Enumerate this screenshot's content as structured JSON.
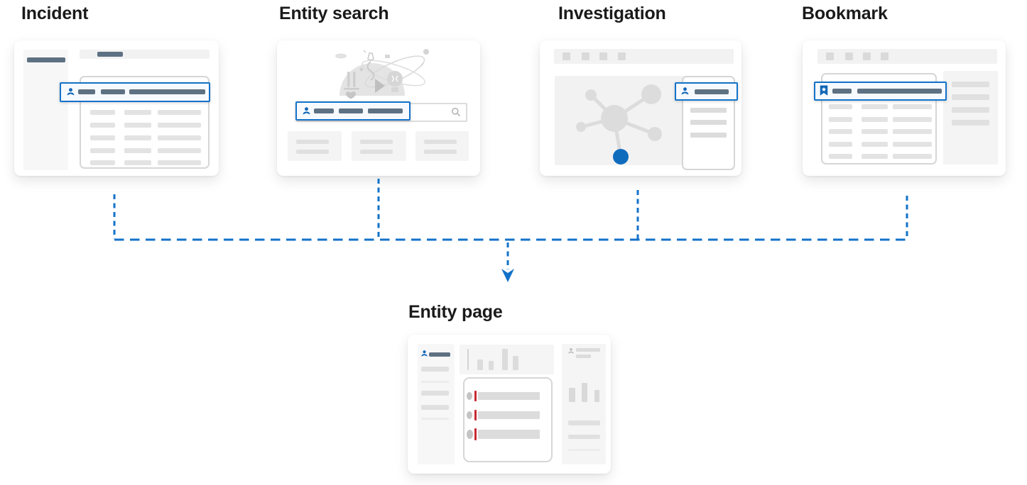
{
  "diagram": {
    "description_titles": {
      "incident": "Incident",
      "entity_search": "Entity search",
      "investigation": "Investigation",
      "bookmark": "Bookmark",
      "entity_page": "Entity page"
    },
    "sources": [
      {
        "id": "incident",
        "title": "Incident",
        "icon": "person-icon"
      },
      {
        "id": "entity_search",
        "title": "Entity search",
        "icon": "person-icon",
        "secondary_icon": "search-icon"
      },
      {
        "id": "investigation",
        "title": "Investigation",
        "icon": "person-icon"
      },
      {
        "id": "bookmark",
        "title": "Bookmark",
        "icon": "bookmark-icon"
      }
    ],
    "target": {
      "id": "entity_page",
      "title": "Entity page",
      "icon": "person-icon"
    },
    "colors": {
      "accent_blue": "#1372c9",
      "node_blue": "#0f6cbd",
      "highlight_fill": "#f6fafe",
      "slate_bar": "#5e7183",
      "skeleton_bar": "#e3e3e3",
      "panel_gray": "#f2f2f2",
      "border_gray": "#d6d6d6",
      "red_marker": "#c62b35"
    },
    "connector": {
      "style": "dashed",
      "color": "#1372c9",
      "arrow": "down"
    }
  }
}
